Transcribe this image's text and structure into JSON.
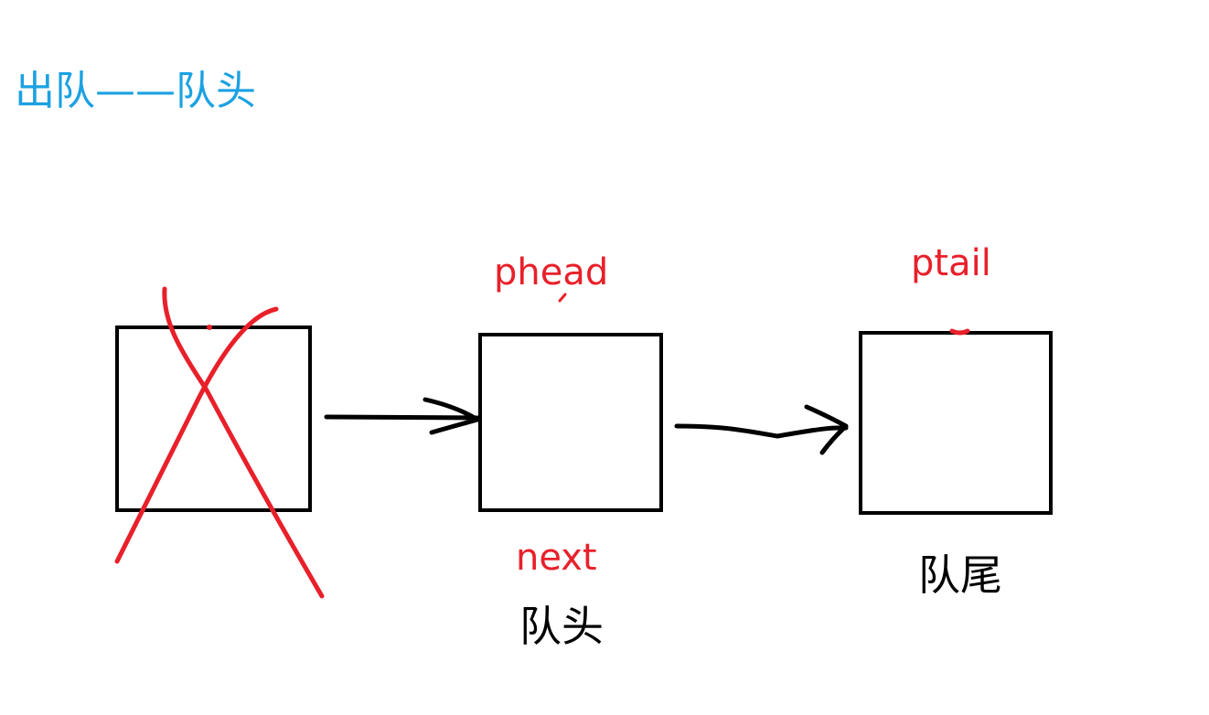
{
  "title": "出队——队头",
  "labels": {
    "phead": "phead",
    "ptail": "ptail",
    "next": "next",
    "head": "队头",
    "tail": "队尾"
  },
  "colors": {
    "title": "#1ba1e2",
    "annotation": "#e8202a",
    "stroke": "#000000",
    "background": "#ffffff"
  }
}
